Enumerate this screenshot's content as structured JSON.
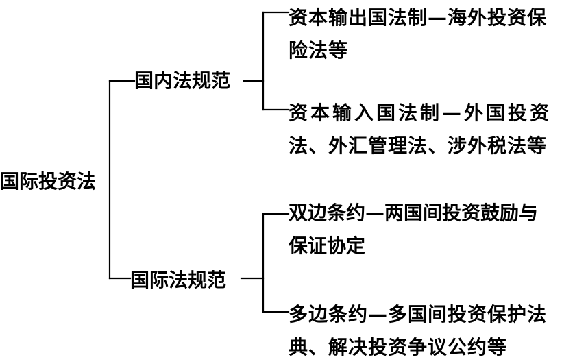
{
  "diagram": {
    "root": "国际投资法",
    "branches": [
      {
        "label": "国内法规范",
        "leaves": [
          {
            "lines": [
              "资本输出国法制—海外投资保",
              "险法等"
            ]
          },
          {
            "lines": [
              "资本输入国法制—外国投资",
              "法、外汇管理法、涉外税法等"
            ]
          }
        ]
      },
      {
        "label": "国际法规范",
        "leaves": [
          {
            "lines": [
              "双边条约—两国间投资鼓励与",
              "保证协定"
            ]
          },
          {
            "lines": [
              "多边条约—多国间投资保护法",
              "典、解决投资争议公约等"
            ]
          }
        ]
      }
    ]
  }
}
